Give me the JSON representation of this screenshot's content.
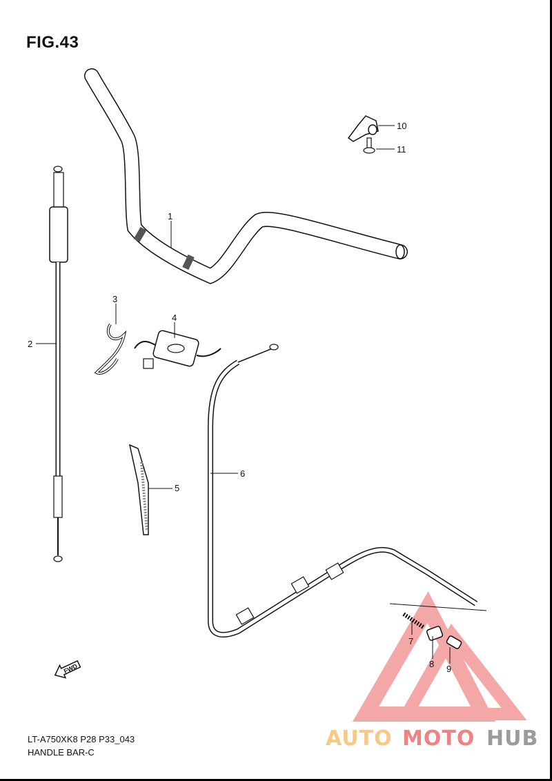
{
  "figure": {
    "title": "FIG.43"
  },
  "footer": {
    "model_code": "LT-A750XK8 P28 P33_043",
    "section_name": "HANDLE BAR-C"
  },
  "direction_marker": {
    "label": "FWD",
    "icon": "arrow-icon"
  },
  "callouts": [
    "1",
    "2",
    "3",
    "4",
    "5",
    "6",
    "7",
    "8",
    "9",
    "10",
    "11"
  ],
  "watermark": {
    "part1": "AUTO",
    "part2": "MOTO",
    "part3": "HUB",
    "colors": {
      "orange": "#f4b860",
      "red": "#e85a5a",
      "gray": "#7a7a7a"
    }
  }
}
